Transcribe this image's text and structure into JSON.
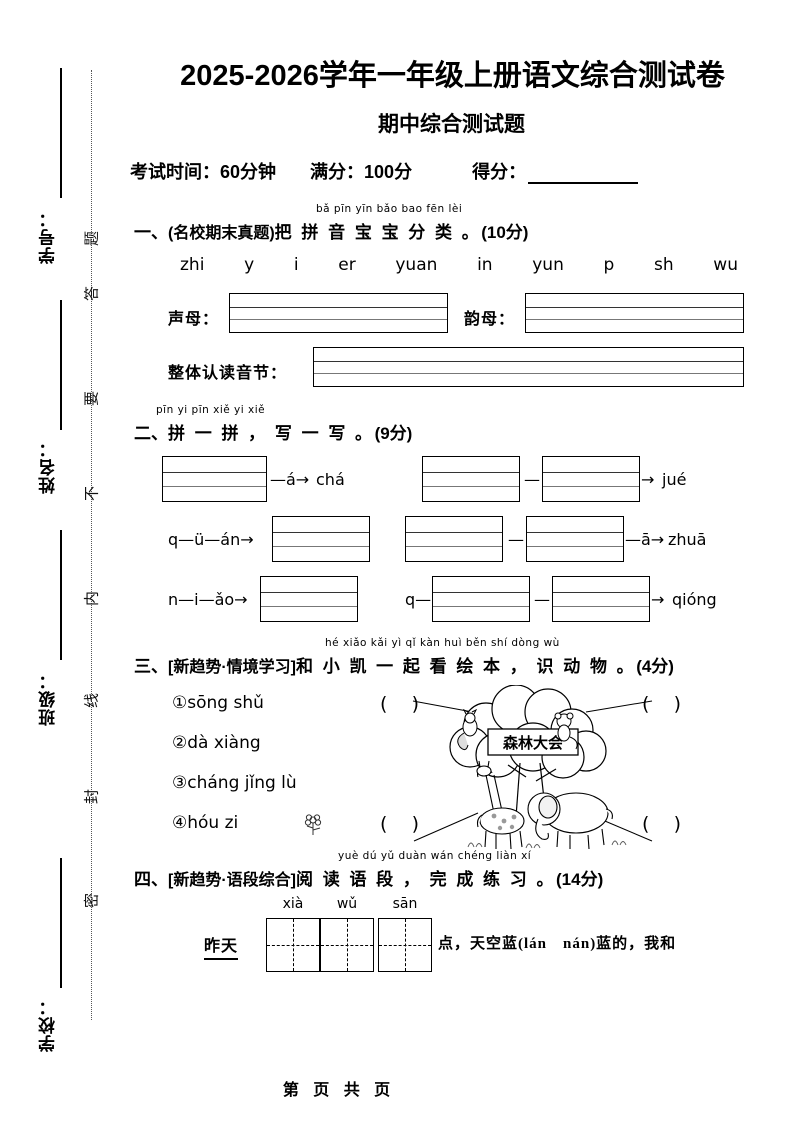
{
  "paper": {
    "title": "2025-2026学年一年级上册语文综合测试卷",
    "subtitle": "期中综合测试题",
    "exam_time_label": "考试时间：60分钟",
    "full_score_label": "满分：100分",
    "score_label": "得分：",
    "footer": "第 页 共 页"
  },
  "sidebar": {
    "fields": [
      {
        "label": "学号："
      },
      {
        "label": "姓名："
      },
      {
        "label": "班级："
      },
      {
        "label": "学校："
      }
    ],
    "seal_text": "密封线内不要答题",
    "seal_chars": [
      "题",
      "答",
      "要",
      "不",
      "内",
      "线",
      "封",
      "密"
    ]
  },
  "sections": [
    {
      "number": "一、",
      "tag": "(名校期末真题)",
      "title": "把 拼 音 宝 宝 分 类 。",
      "points": "(10分)",
      "pinyin_over": "bǎ pīn yīn bǎo bao fēn lèi",
      "syllables": [
        "zhi",
        "y",
        "i",
        "er",
        "yuan",
        "in",
        "yun",
        "p",
        "sh",
        "wu"
      ],
      "answer_labels": [
        "声母：",
        "韵母：",
        "整体认读音节："
      ]
    },
    {
      "number": "二、",
      "tag": "",
      "title": "拼 一 拼 ， 写 一 写 。",
      "points": "(9分)",
      "pinyin_over": "pīn yi pīn   xiě yi xiě",
      "rows": [
        {
          "left": {
            "pre": "",
            "boxes": 1,
            "mid": "—á→",
            "result": "chá"
          },
          "right": {
            "pre": "",
            "boxes": 2,
            "sep": "—",
            "mid": "→",
            "result": "jué"
          }
        },
        {
          "left": {
            "pre": "q—ü—án→",
            "boxes": 1,
            "mid": "",
            "result": ""
          },
          "right": {
            "pre": "",
            "boxes": 2,
            "sep": "—",
            "mid": "—ā→",
            "result": "zhuā"
          }
        },
        {
          "left": {
            "pre": "n—i—ǎo→",
            "boxes": 1,
            "mid": "",
            "result": ""
          },
          "right": {
            "pre": "q—",
            "boxes": 2,
            "sep": "—",
            "mid": "→",
            "result": "qióng"
          }
        }
      ]
    },
    {
      "number": "三、",
      "tag": "[新趋势·情境学习]",
      "title": "和 小 凯 一 起 看 绘 本 ， 识 动 物 。",
      "points": "(4分)",
      "pinyin_over": "hé xiǎo kǎi yì  qǐ kàn huì běn    shí dòng wù",
      "items": [
        {
          "no": "①",
          "pinyin": "sōng shǔ"
        },
        {
          "no": "②",
          "pinyin": "dà xiàng"
        },
        {
          "no": "③",
          "pinyin": "cháng jǐng lù"
        },
        {
          "no": "④",
          "pinyin": "hóu zi"
        }
      ],
      "illustration": {
        "banner_text": "森林大会",
        "animals": [
          "squirrel",
          "monkey",
          "giraffe",
          "elephant"
        ],
        "paren_open": "(",
        "paren_close": ")"
      }
    },
    {
      "number": "四、",
      "tag": "[新趋势·语段综合]",
      "title": "阅 读 语 段 ， 完 成 练 习 。",
      "points": "(14分)",
      "pinyin_over": "yuè dú yǔ duàn   wán chéng liàn xí",
      "passage": {
        "lead_word": "昨天",
        "box_pinyin": [
          "xià",
          "wǔ",
          "sān"
        ],
        "box_count": 3,
        "tail": "点，天空蓝(lán　nán)蓝的，我和"
      }
    }
  ]
}
